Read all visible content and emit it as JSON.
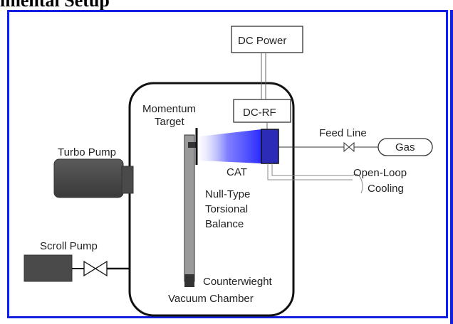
{
  "title": "imental Setup",
  "colors": {
    "border": "#1220e0",
    "pump_dark": "#4a4a4a",
    "balance_gray": "#9a9a9a",
    "plume_blue": "#3a3aff",
    "line": "#333333"
  },
  "icons": {
    "turbo_pump": "turbo-pump-icon",
    "scroll_pump": "scroll-pump-icon",
    "valve": "valve-icon",
    "cat_thruster": "thruster-icon"
  },
  "labels": {
    "dc_power": "DC Power",
    "dc_rf": "DC-RF",
    "momentum_target_line1": "Momentum",
    "momentum_target_line2": "Target",
    "cat": "CAT",
    "feed_line": "Feed Line",
    "gas": "Gas",
    "open_loop_line1": "Open-Loop",
    "open_loop_line2": "Cooling",
    "turbo_pump": "Turbo Pump",
    "scroll_pump": "Scroll Pump",
    "balance_line1": "Null-Type",
    "balance_line2": "Torsional",
    "balance_line3": "Balance",
    "counterweight": "Counterwieght",
    "vacuum_chamber": "Vacuum Chamber"
  }
}
